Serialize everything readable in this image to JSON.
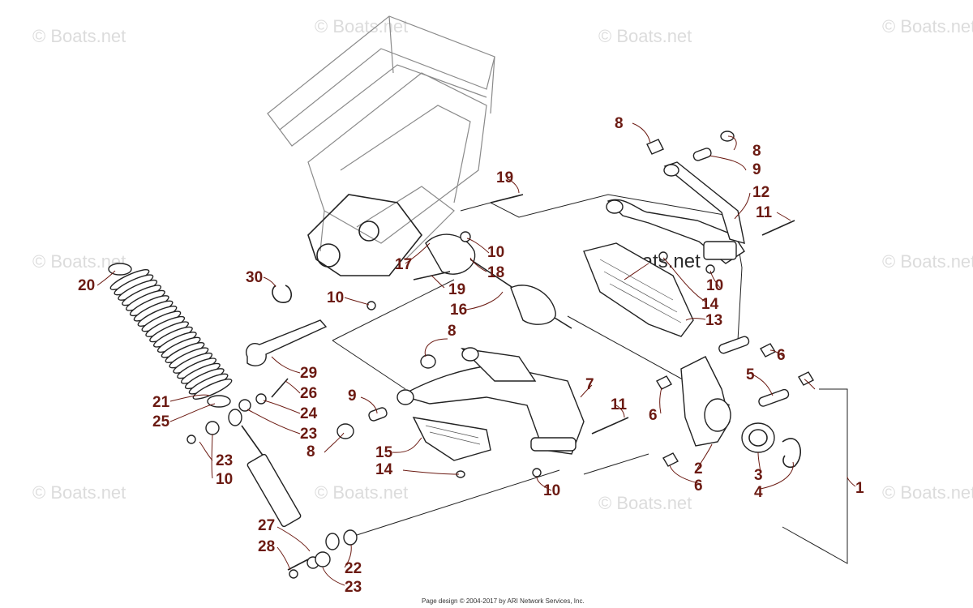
{
  "watermarks": {
    "site": "© Boats.net",
    "main": "© Boats.net"
  },
  "callouts": [
    {
      "id": "c1",
      "label": "1"
    },
    {
      "id": "c2",
      "label": "2"
    },
    {
      "id": "c3",
      "label": "3"
    },
    {
      "id": "c4",
      "label": "4"
    },
    {
      "id": "c5",
      "label": "5"
    },
    {
      "id": "c6a",
      "label": "6"
    },
    {
      "id": "c6b",
      "label": "6"
    },
    {
      "id": "c6c",
      "label": "6"
    },
    {
      "id": "c7",
      "label": "7"
    },
    {
      "id": "c8a",
      "label": "8"
    },
    {
      "id": "c8b",
      "label": "8"
    },
    {
      "id": "c8c",
      "label": "8"
    },
    {
      "id": "c8d",
      "label": "8"
    },
    {
      "id": "c9a",
      "label": "9"
    },
    {
      "id": "c9b",
      "label": "9"
    },
    {
      "id": "c10a",
      "label": "10"
    },
    {
      "id": "c10b",
      "label": "10"
    },
    {
      "id": "c10c",
      "label": "10"
    },
    {
      "id": "c10d",
      "label": "10"
    },
    {
      "id": "c10e",
      "label": "10"
    },
    {
      "id": "c11a",
      "label": "11"
    },
    {
      "id": "c11b",
      "label": "11"
    },
    {
      "id": "c12",
      "label": "12"
    },
    {
      "id": "c13",
      "label": "13"
    },
    {
      "id": "c14a",
      "label": "14"
    },
    {
      "id": "c14b",
      "label": "14"
    },
    {
      "id": "c15",
      "label": "15"
    },
    {
      "id": "c16",
      "label": "16"
    },
    {
      "id": "c17",
      "label": "17"
    },
    {
      "id": "c18",
      "label": "18"
    },
    {
      "id": "c19a",
      "label": "19"
    },
    {
      "id": "c19b",
      "label": "19"
    },
    {
      "id": "c20",
      "label": "20"
    },
    {
      "id": "c21",
      "label": "21"
    },
    {
      "id": "c22",
      "label": "22"
    },
    {
      "id": "c23a",
      "label": "23"
    },
    {
      "id": "c23b",
      "label": "23"
    },
    {
      "id": "c23c",
      "label": "23"
    },
    {
      "id": "c24",
      "label": "24"
    },
    {
      "id": "c25",
      "label": "25"
    },
    {
      "id": "c26",
      "label": "26"
    },
    {
      "id": "c27",
      "label": "27"
    },
    {
      "id": "c28",
      "label": "28"
    },
    {
      "id": "c29",
      "label": "29"
    },
    {
      "id": "c30",
      "label": "30"
    }
  ],
  "footer": {
    "copyright": "Page design © 2004-2017 by ARI Network Services, Inc."
  },
  "colors": {
    "callout": "#6b1a12",
    "line_art": "#222222",
    "watermark": "#dcdcdc"
  }
}
